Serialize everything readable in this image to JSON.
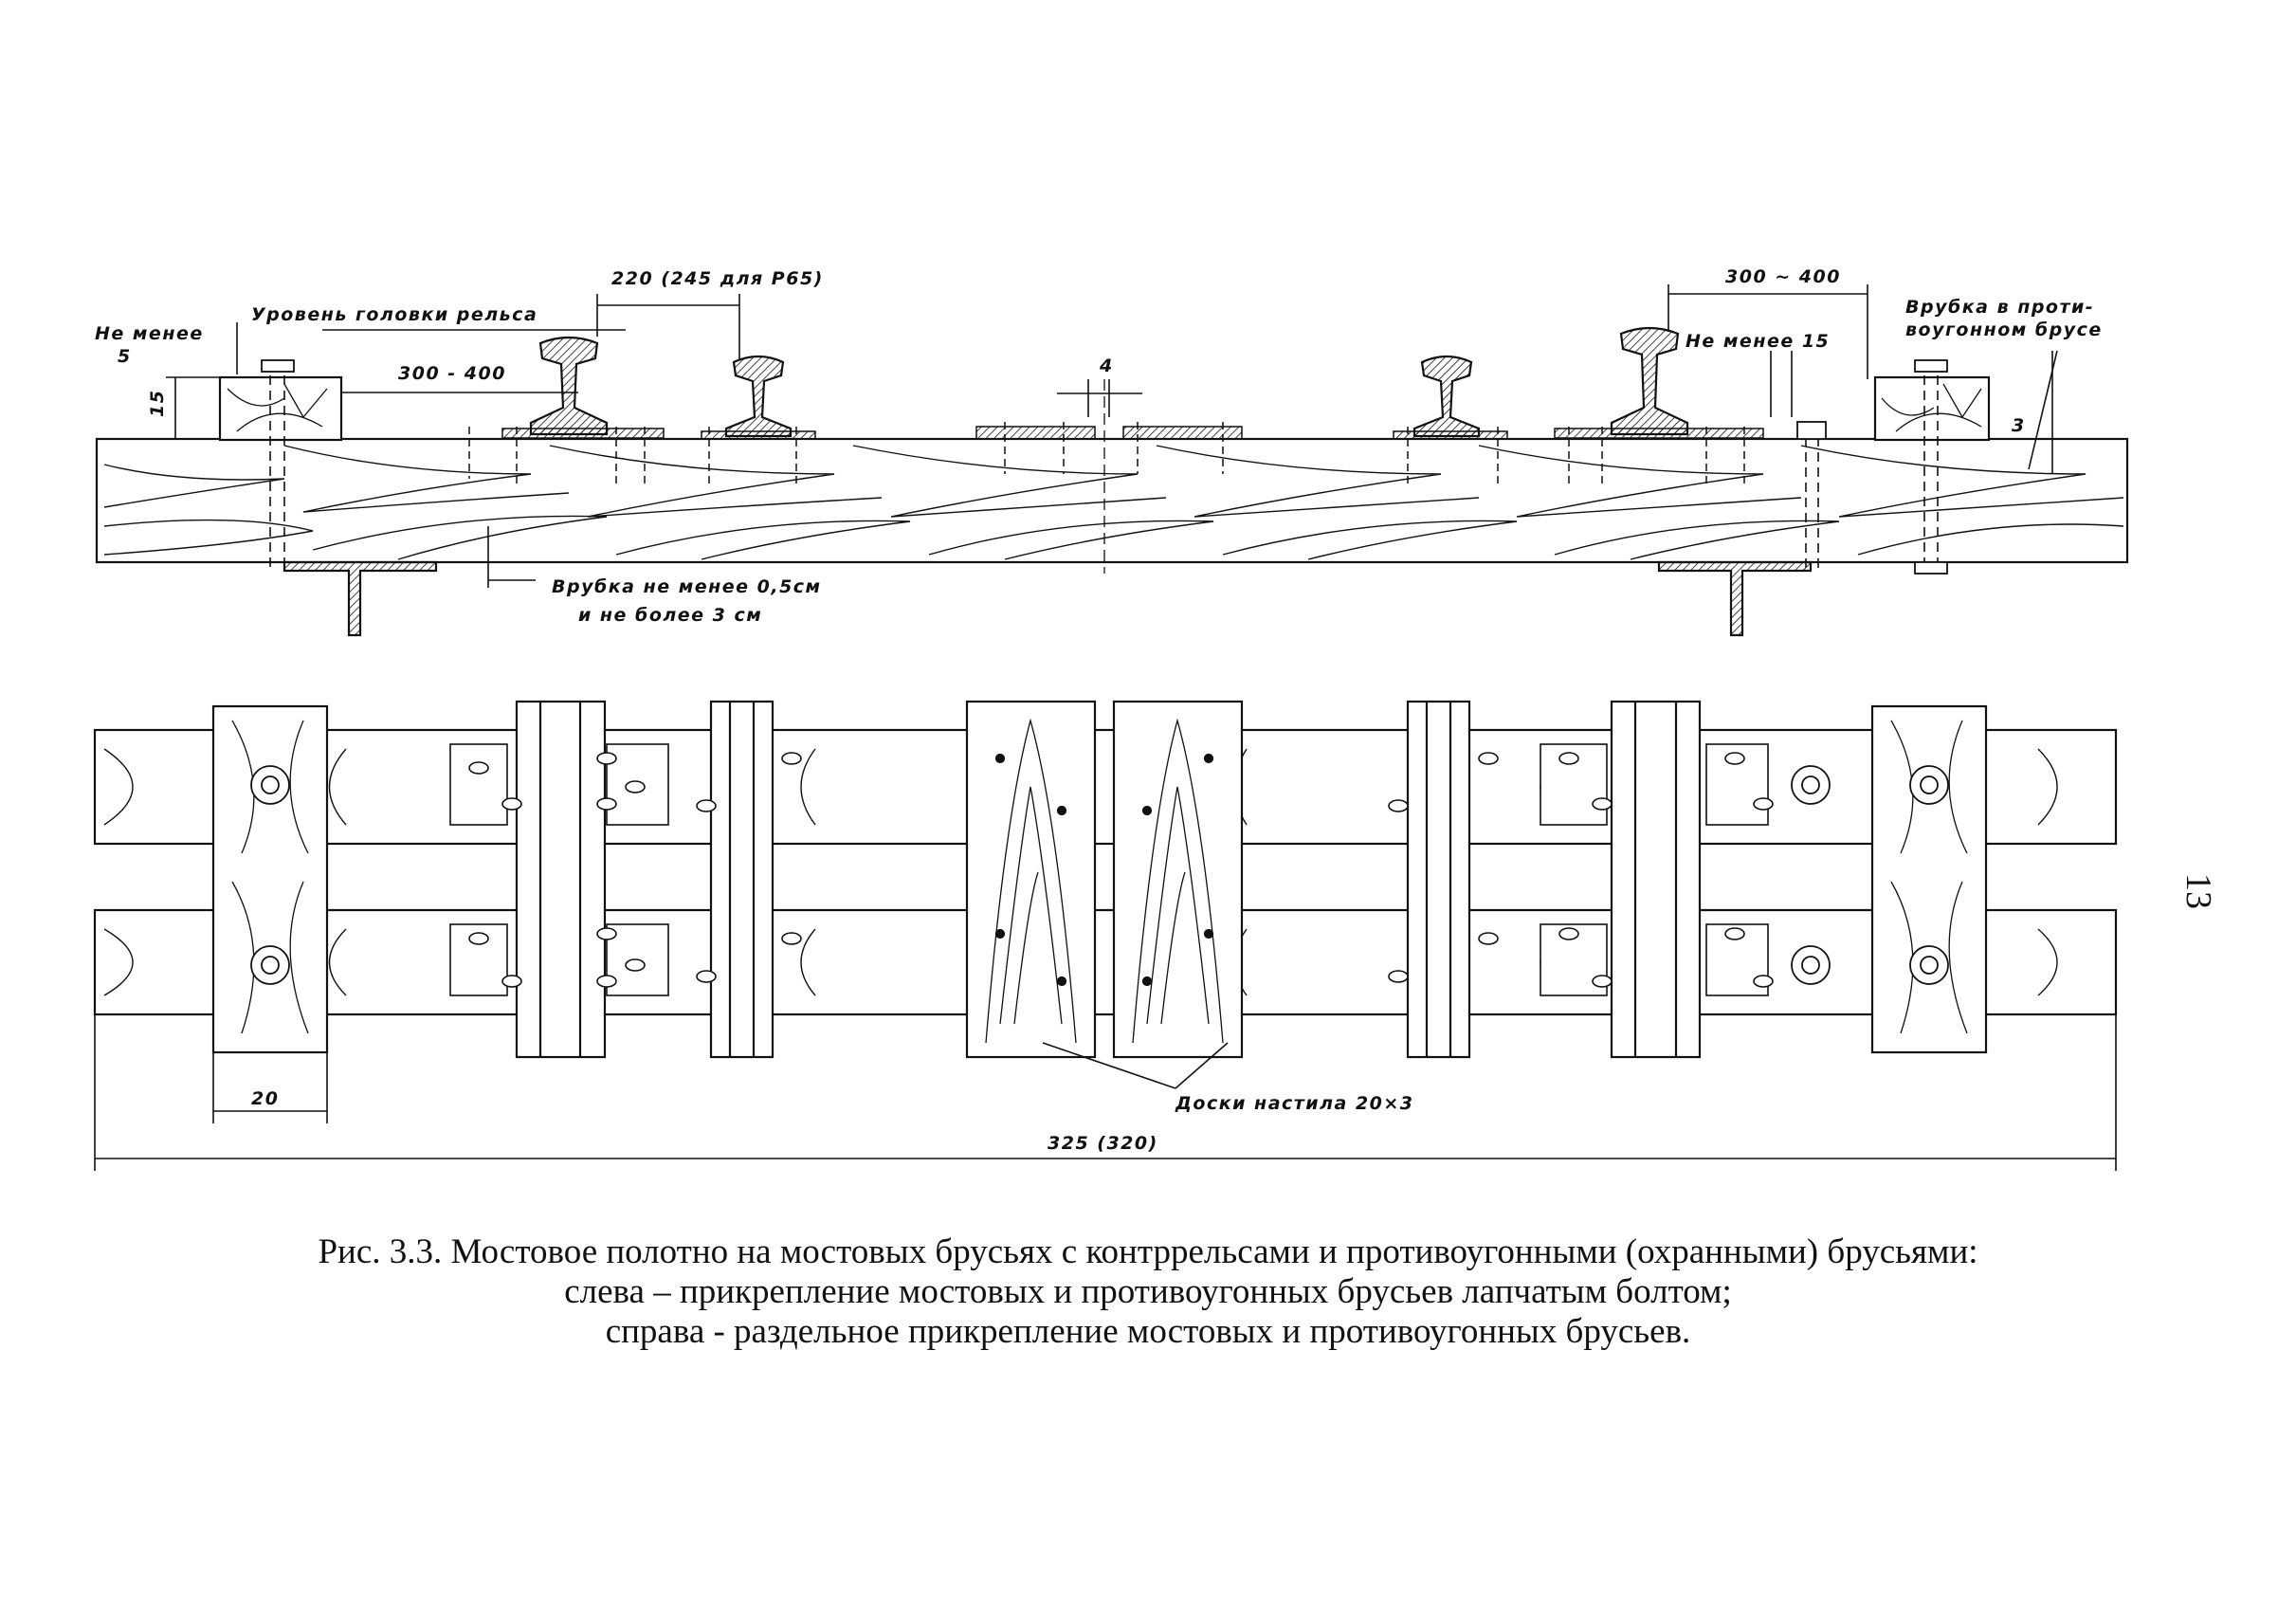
{
  "labels": {
    "not_less_5_a": "Не менее",
    "not_less_5_b": "5",
    "rail_head_level": "Уровень головки рельса",
    "height_15": "15",
    "gauge_220": "220 (245 для Р65)",
    "dist_300_400_left": "300 - 400",
    "gap_4": "4",
    "dist_300_400_right": "300 ~ 400",
    "not_less_15": "Не менее 15",
    "notch_guard_a": "Врубка в проти-",
    "notch_guard_b": "воугонном брусе",
    "notch_depth_a": "Врубка не менее 0,5см",
    "notch_depth_b": "и не более 3 см",
    "small_3": "3",
    "width_20": "20",
    "deck_boards": "Доски настила 20×3",
    "total_length": "325 (320)"
  },
  "caption": {
    "line1": "Рис. 3.3. Мостовое полотно на мостовых брусьях с контррельсами  и противоугонными (охранными) брусьями:",
    "line2": "слева – прикрепление мостовых  и противоугонных брусьев лапчатым болтом;",
    "line3": "справа - раздельное прикрепление мостовых и противоугонных брусьев."
  },
  "page_number": "13"
}
